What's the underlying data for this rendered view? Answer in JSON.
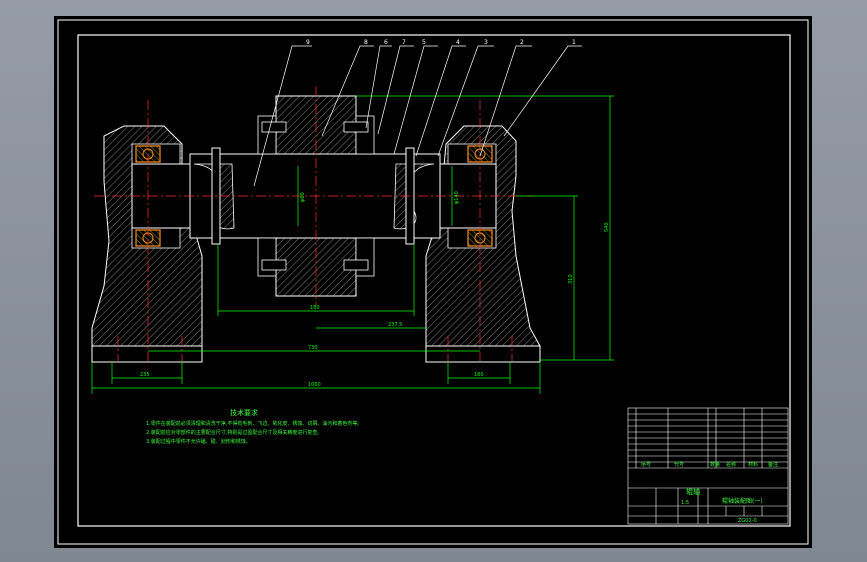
{
  "drawing": {
    "balloons": [
      "9",
      "8",
      "6",
      "7",
      "5",
      "4",
      "3",
      "2",
      "1"
    ],
    "dimensions": {
      "shaft_dia": "φ60",
      "bearing_dia": "φ140",
      "hub_width": "180",
      "center_offset": "237.5",
      "inner_span": "730",
      "overall_length": "1060",
      "foot_left": "235",
      "foot_right": "180",
      "center_height": "310",
      "total_height": "540"
    }
  },
  "notes": {
    "title": "技术要求",
    "lines": [
      "1.零件在装配前必须清理和清洗干净,不得有毛刺、飞边、氧化皮、锈蚀、切屑、油污和着色剂等。",
      "2.装配前应对零部件的主要配合尺寸,特别是过盈配合尺寸及相关精度进行复查。",
      "3.装配过程中零件不允许磕、碰、划伤和锈蚀。"
    ]
  },
  "title_block": {
    "part_name": "辊轴",
    "drawing_title": "辊轴装配图(一)",
    "drawing_number": "ZG02-0",
    "scale": "1:5",
    "headers": [
      "序号",
      "代号",
      "名称",
      "数量",
      "材料",
      "备注"
    ]
  },
  "colors": {
    "background": "#000000",
    "outline": "#ffffff",
    "dimension": "#00ff00",
    "centerline": "#ff3030",
    "hatch": "#ffff00",
    "bearing": "#ff8c1a",
    "balloon": "#ffffff"
  }
}
